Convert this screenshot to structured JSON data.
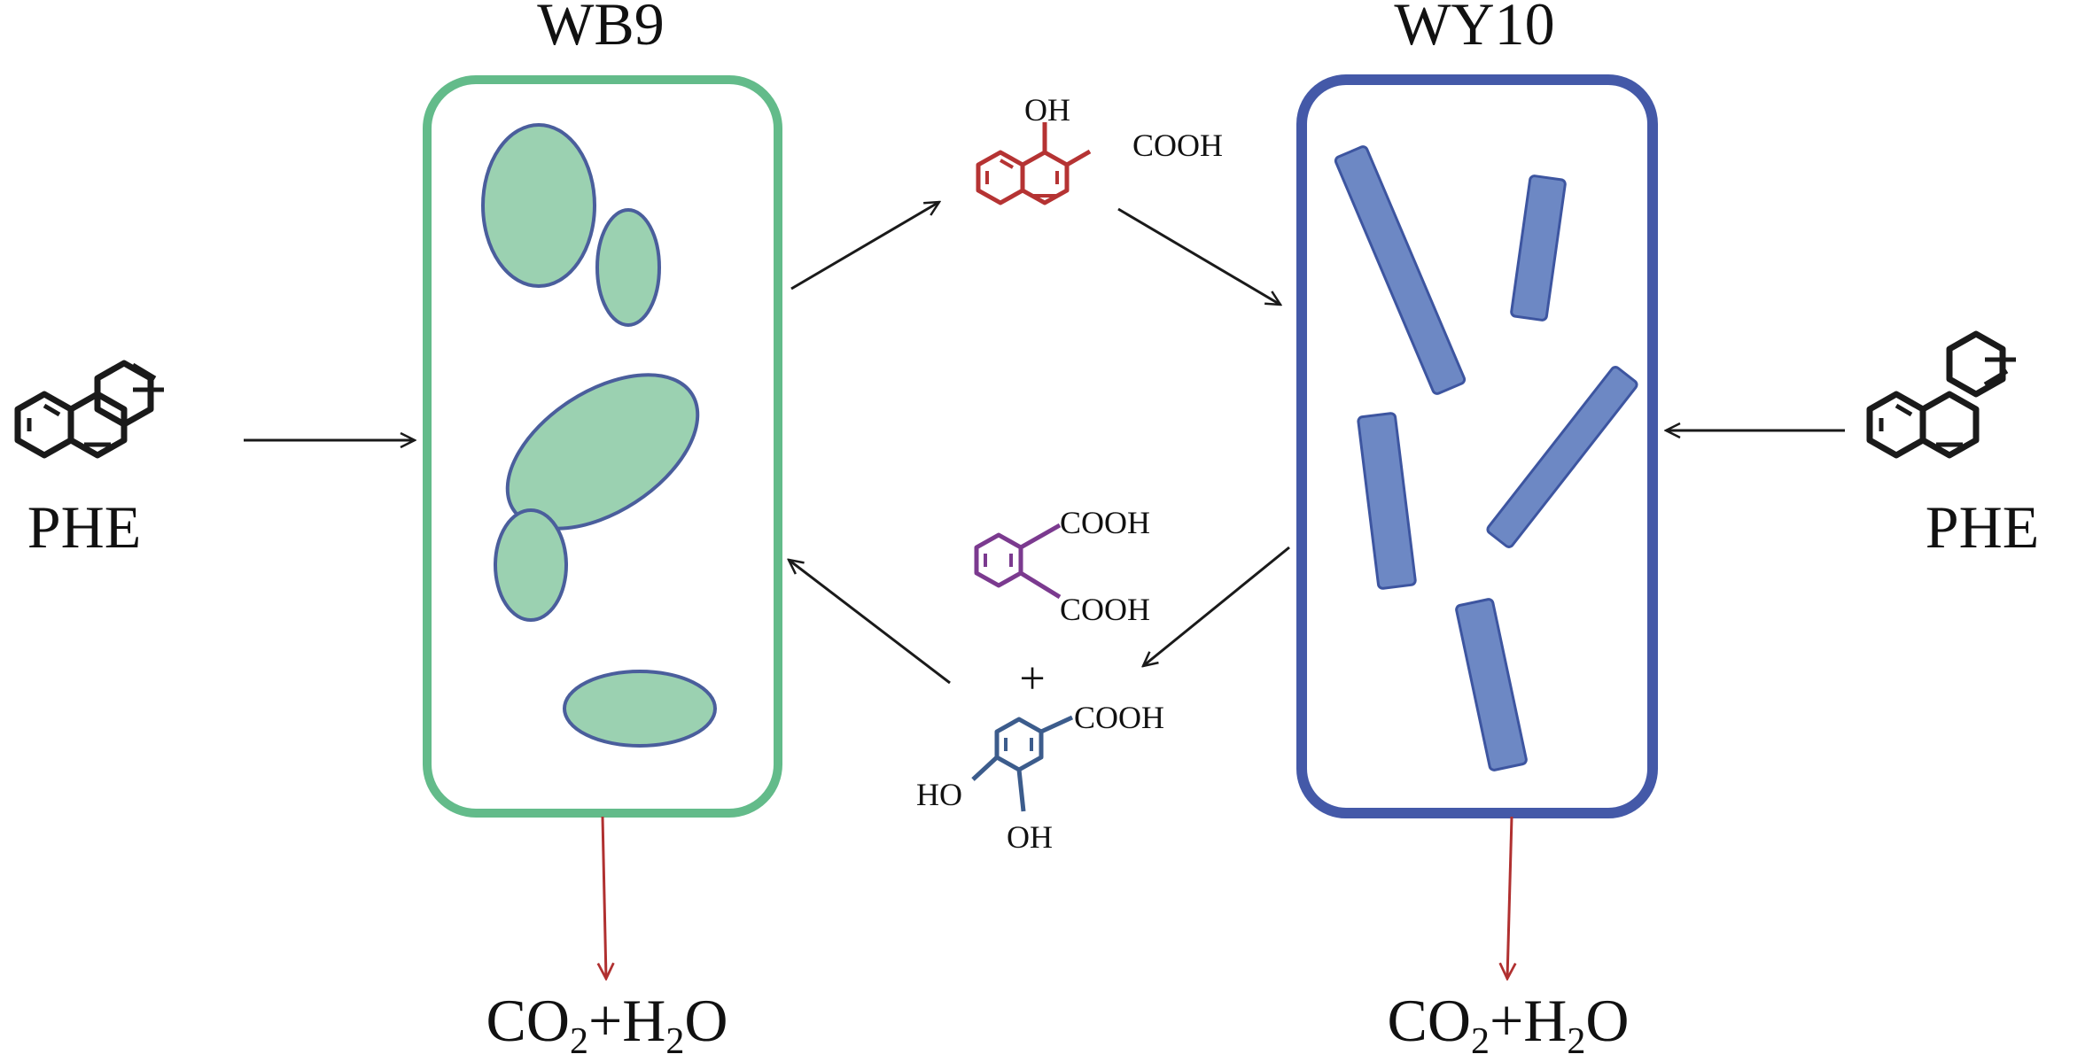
{
  "colors": {
    "wb9_border": "#63bb8a",
    "wb9_cell_fill": "#9bd1b1",
    "cell_outline": "#4a5e9c",
    "wy10_border": "#4459a8",
    "wy10_rod_fill": "#6d88c4",
    "arrow": "#1a1a1a",
    "mineralization_arrow": "#b03030",
    "hydroxynaphthoic_acid": "#b53333",
    "phthalic_acid": "#7b3a8f",
    "protocatechuic_acid": "#3c5c8c",
    "phenanthrene": "#1a1a1a"
  },
  "strains": {
    "left": "WB9",
    "right": "WY10"
  },
  "substrate": {
    "left_label": "PHE",
    "right_label": "PHE"
  },
  "intermediates": {
    "hydroxynaphthoic": {
      "oh": "OH",
      "cooh": "COOH"
    },
    "phthalic": {
      "cooh_top": "COOH",
      "cooh_bottom": "COOH"
    },
    "plus": "+",
    "protocatechuic": {
      "cooh": "COOH",
      "ho": "HO",
      "oh": "OH"
    }
  },
  "products": {
    "co": "CO",
    "sub2": "2",
    "plus_h": "+H",
    "o": "O"
  }
}
